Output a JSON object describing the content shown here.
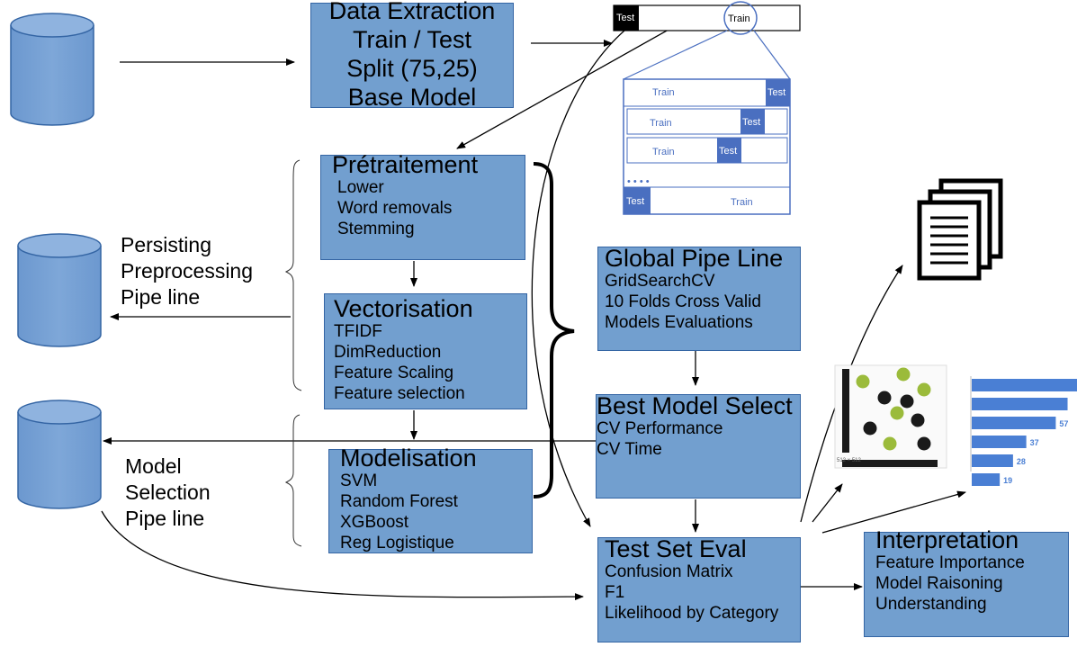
{
  "extraction": {
    "lines": [
      "Data Extraction",
      "Train / Test",
      "Split (75,25)",
      "Base Model"
    ]
  },
  "pretraitement": {
    "title": "Prétraitement",
    "items": [
      "Lower",
      "Word removals",
      "Stemming"
    ]
  },
  "vectorisation": {
    "title": "Vectorisation",
    "items": [
      "TFIDF",
      "DimReduction",
      "Feature Scaling",
      "Feature selection"
    ]
  },
  "modelisation": {
    "title": "Modelisation",
    "items": [
      "SVM",
      "Random Forest",
      "XGBoost",
      "Reg Logistique"
    ]
  },
  "global_pipeline": {
    "title": "Global Pipe Line",
    "items": [
      "GridSearchCV",
      "10 Folds Cross Valid",
      "Models Evaluations"
    ]
  },
  "best_model": {
    "title": "Best Model Select",
    "items": [
      "CV Performance",
      "CV Time"
    ]
  },
  "test_eval": {
    "title": "Test Set Eval",
    "items": [
      "Confusion Matrix",
      "F1",
      "Likelihood by Category"
    ]
  },
  "interpretation": {
    "title": "Interpretation",
    "items": [
      "Feature Importance",
      "Model Raisoning",
      "Understanding"
    ]
  },
  "persisting_label": [
    "Persisting",
    "Preprocessing",
    "Pipe line"
  ],
  "model_selection_label": [
    "Model",
    "Selection",
    "Pipe line"
  ],
  "split_illustration": {
    "top_bar": [
      "Test",
      "Train"
    ],
    "folds": [
      [
        "Train",
        "Test"
      ],
      [
        "Train",
        "Test"
      ],
      [
        "Train",
        "Test"
      ],
      [
        "• • • •"
      ],
      [
        "Test",
        "Train"
      ]
    ]
  },
  "scatter_thumb": {
    "caption": "512 × 512"
  },
  "bar_thumb": {
    "values": [
      57,
      37,
      28,
      19
    ]
  },
  "colors": {
    "box_fill": "#729fcf",
    "box_border": "#3465a4",
    "fold_blue": "#4a6fc0",
    "dot_green": "#9bbb3b",
    "dot_black": "#1a1a1a"
  }
}
